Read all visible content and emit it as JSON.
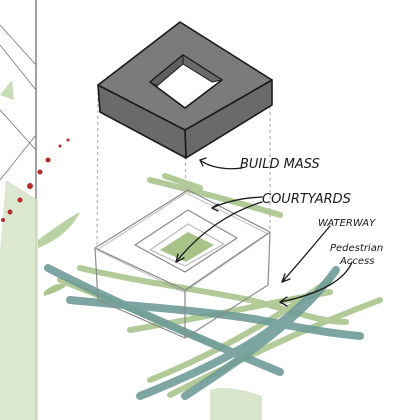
{
  "diagram": {
    "labels": {
      "build_mass": "BUILD MASS",
      "courtyards": "COURTYARDS",
      "waterway": "WATERWAY",
      "pedestrian_line1": "Pedestrian",
      "pedestrian_line2": "Access"
    },
    "colors": {
      "mass_fill": "#7b7b7a",
      "mass_side": "#6a6a69",
      "ink": "#1a1a1a",
      "waterway": "#6f9c98",
      "pedestrian": "#a9c58c",
      "courtyard": "#9fbd7a",
      "left_panel": "#d6e3c8",
      "dots": "#b52a2a"
    }
  }
}
